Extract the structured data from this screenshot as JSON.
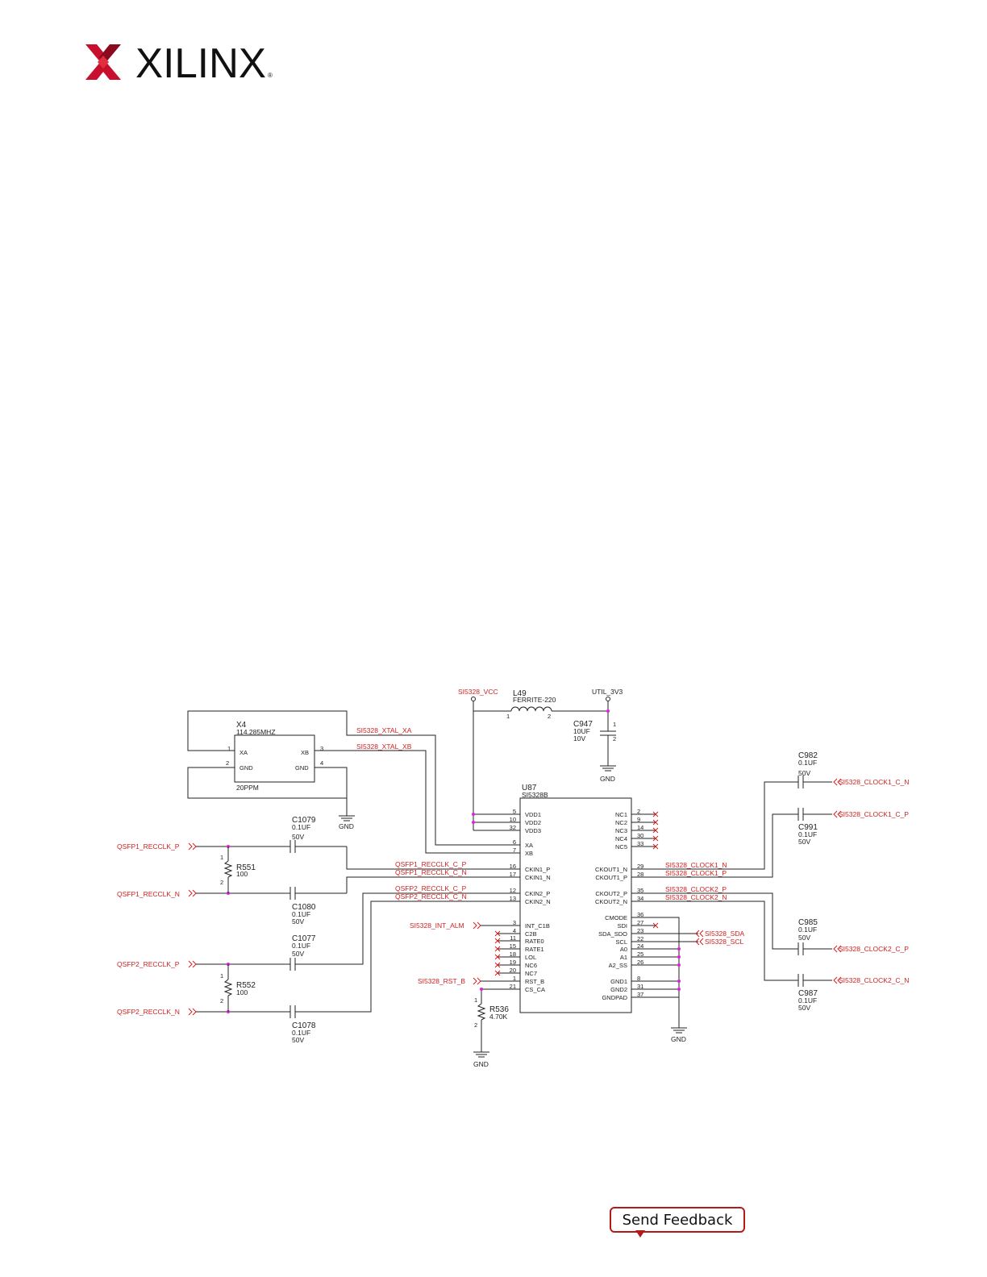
{
  "logo": {
    "wordmark": "XILINX",
    "brand_color": "#c8102e"
  },
  "schematic": {
    "nets": {
      "si5328_vcc": "SI5328_VCC",
      "util_3v3": "UTIL_3V3",
      "xtal_xa": "SI5328_XTAL_XA",
      "xtal_xb": "SI5328_XTAL_XB",
      "qsfp1_p": "QSFP1_RECCLK_P",
      "qsfp1_n": "QSFP1_RECCLK_N",
      "qsfp2_p": "QSFP2_RECCLK_P",
      "qsfp2_n": "QSFP2_RECCLK_N",
      "qsfp1_cp": "QSFP1_RECCLK_C_P",
      "qsfp1_cn": "QSFP1_RECCLK_C_N",
      "qsfp2_cp": "QSFP2_RECCLK_C_P",
      "qsfp2_cn": "QSFP2_RECCLK_C_N",
      "int_alm": "SI5328_INT_ALM",
      "rst_b": "SI5328_RST_B",
      "clock1_n": "SI5328_CLOCK1_N",
      "clock1_p": "SI5328_CLOCK1_P",
      "clock2_p": "SI5328_CLOCK2_P",
      "clock2_n": "SI5328_CLOCK2_N",
      "clock1_c_n": "SI5328_CLOCK1_C_N",
      "clock1_c_p": "SI5328_CLOCK1_C_P",
      "clock2_c_p": "SI5328_CLOCK2_C_P",
      "clock2_c_n": "SI5328_CLOCK2_C_N",
      "sda": "SI5328_SDA",
      "scl": "SI5328_SCL",
      "gnd": "GND"
    },
    "parts": {
      "l49": {
        "ref": "L49",
        "value": "FERRITE-220"
      },
      "c947": {
        "ref": "C947",
        "value": "10UF",
        "voltage": "10V"
      },
      "x4": {
        "ref": "X4",
        "value": "114.285MHZ",
        "tolerance": "20PPM",
        "pins": [
          "XA",
          "GND",
          "XB",
          "GND"
        ],
        "pin_numbers": [
          "1",
          "2",
          "3",
          "4"
        ]
      },
      "u87": {
        "ref": "U87",
        "value": "SI5328B"
      },
      "c1079": {
        "ref": "C1079",
        "value": "0.1UF",
        "voltage": "50V"
      },
      "c1080": {
        "ref": "C1080",
        "value": "0.1UF",
        "voltage": "50V"
      },
      "c1077": {
        "ref": "C1077",
        "value": "0.1UF",
        "voltage": "50V"
      },
      "c1078": {
        "ref": "C1078",
        "value": "0.1UF",
        "voltage": "50V"
      },
      "r551": {
        "ref": "R551",
        "value": "100"
      },
      "r552": {
        "ref": "R552",
        "value": "100"
      },
      "r536": {
        "ref": "R536",
        "value": "4.70K"
      },
      "c982": {
        "ref": "C982",
        "value": "0.1UF",
        "voltage": "50V"
      },
      "c991": {
        "ref": "C991",
        "value": "0.1UF",
        "voltage": "50V"
      },
      "c985": {
        "ref": "C985",
        "value": "0.1UF",
        "voltage": "50V"
      },
      "c987": {
        "ref": "C987",
        "value": "0.1UF",
        "voltage": "50V"
      }
    },
    "u87_left_pins": [
      {
        "num": "5",
        "name": "VDD1"
      },
      {
        "num": "10",
        "name": "VDD2"
      },
      {
        "num": "32",
        "name": "VDD3"
      },
      {
        "num": "6",
        "name": "XA"
      },
      {
        "num": "7",
        "name": "XB"
      },
      {
        "num": "16",
        "name": "CKIN1_P"
      },
      {
        "num": "17",
        "name": "CKIN1_N"
      },
      {
        "num": "12",
        "name": "CKIN2_P"
      },
      {
        "num": "13",
        "name": "CKIN2_N"
      },
      {
        "num": "3",
        "name": "INT_C1B"
      },
      {
        "num": "4",
        "name": "C2B"
      },
      {
        "num": "11",
        "name": "RATE0"
      },
      {
        "num": "15",
        "name": "RATE1"
      },
      {
        "num": "18",
        "name": "LOL"
      },
      {
        "num": "19",
        "name": "NC6"
      },
      {
        "num": "20",
        "name": "NC7"
      },
      {
        "num": "1",
        "name": "RST_B"
      },
      {
        "num": "21",
        "name": "CS_CA"
      }
    ],
    "u87_right_pins": [
      {
        "num": "2",
        "name": "NC1"
      },
      {
        "num": "9",
        "name": "NC2"
      },
      {
        "num": "14",
        "name": "NC3"
      },
      {
        "num": "30",
        "name": "NC4"
      },
      {
        "num": "33",
        "name": "NC5"
      },
      {
        "num": "29",
        "name": "CKOUT1_N"
      },
      {
        "num": "28",
        "name": "CKOUT1_P"
      },
      {
        "num": "35",
        "name": "CKOUT2_P"
      },
      {
        "num": "34",
        "name": "CKOUT2_N"
      },
      {
        "num": "36",
        "name": "CMODE"
      },
      {
        "num": "27",
        "name": "SDI"
      },
      {
        "num": "23",
        "name": "SDA_SDO"
      },
      {
        "num": "22",
        "name": "SCL"
      },
      {
        "num": "24",
        "name": "A0"
      },
      {
        "num": "25",
        "name": "A1"
      },
      {
        "num": "26",
        "name": "A2_SS"
      },
      {
        "num": "8",
        "name": "GND1"
      },
      {
        "num": "31",
        "name": "GND2"
      },
      {
        "num": "37",
        "name": "GNDPAD"
      }
    ],
    "pin_labels": {
      "p1": "1",
      "p2": "2"
    }
  },
  "feedback": {
    "label": "Send Feedback"
  }
}
